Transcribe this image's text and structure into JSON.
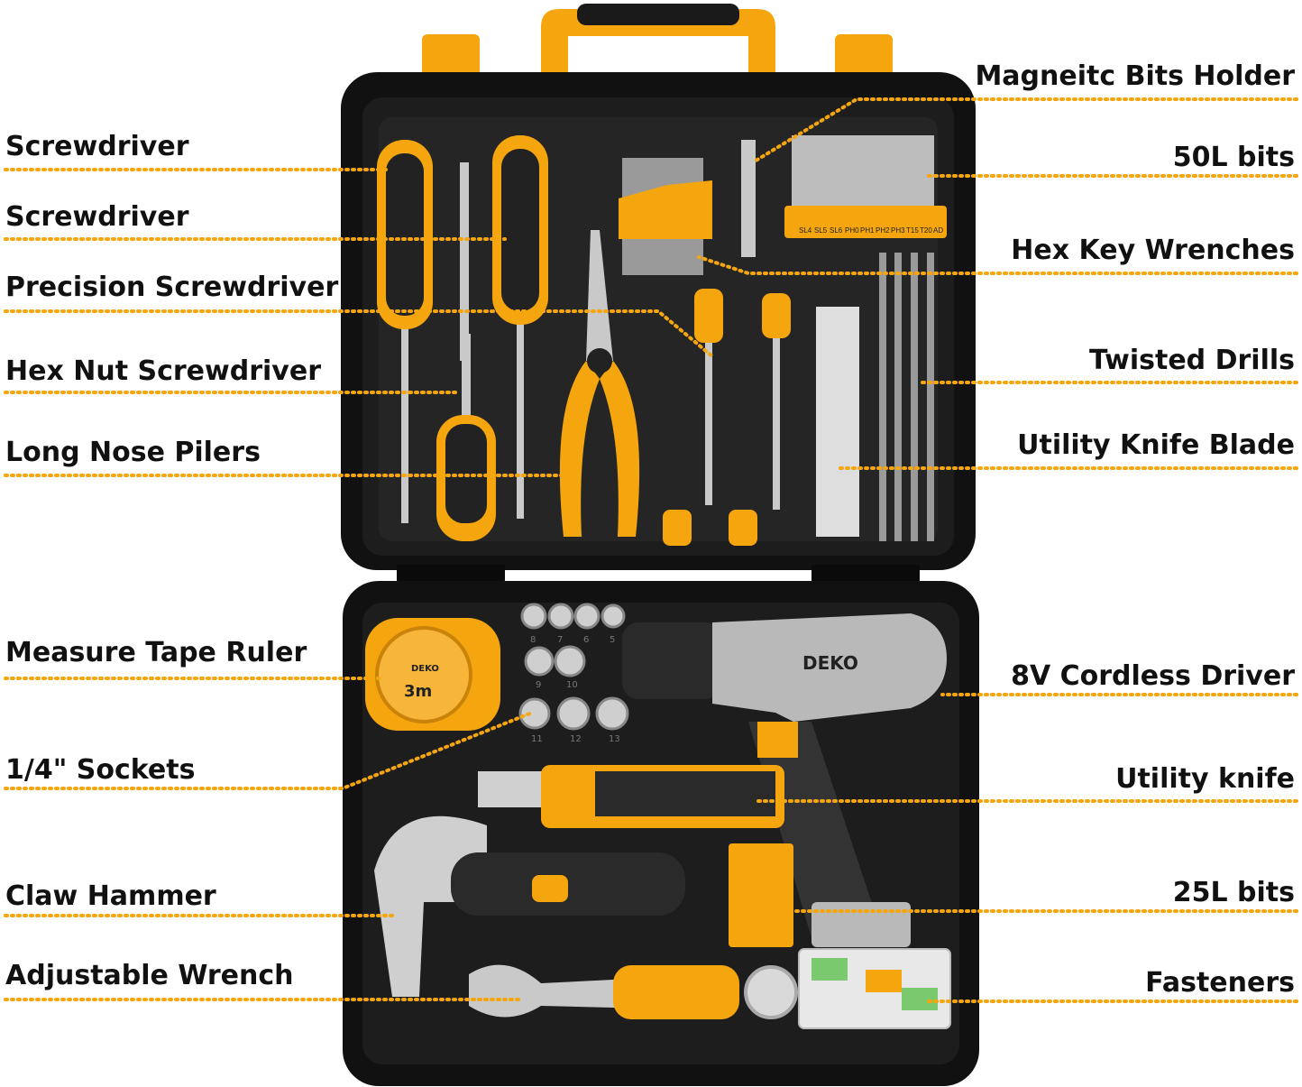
{
  "colors": {
    "accent": "#F5A60E",
    "case": "#111111",
    "tray": "#1c1c1c",
    "metal": "#c9c9c9",
    "drill_grey": "#b9b9b9",
    "background": "#ffffff"
  },
  "brand": "DEKO",
  "bit_labels": [
    "SL4",
    "SL5",
    "SL6",
    "PH0",
    "PH1",
    "PH2",
    "PH3",
    "T15",
    "T20",
    "AD"
  ],
  "socket_sizes": [
    "8",
    "7",
    "6",
    "5",
    "9",
    "10",
    "11",
    "12",
    "13"
  ],
  "tape_length": "3m",
  "labels_left": [
    "Screwdriver",
    "Screwdriver",
    "Precision Screwdriver",
    "Hex Nut Screwdriver",
    "Long Nose Pilers",
    "Measure Tape Ruler",
    "1/4\" Sockets",
    "Claw Hammer",
    "Adjustable Wrench"
  ],
  "labels_right": [
    "Magneitc Bits Holder",
    "50L bits",
    "Hex Key Wrenches",
    "Twisted Drills",
    "Utility Knife Blade",
    "8V Cordless Driver",
    "Utility knife",
    "25L bits",
    "Fasteners"
  ]
}
